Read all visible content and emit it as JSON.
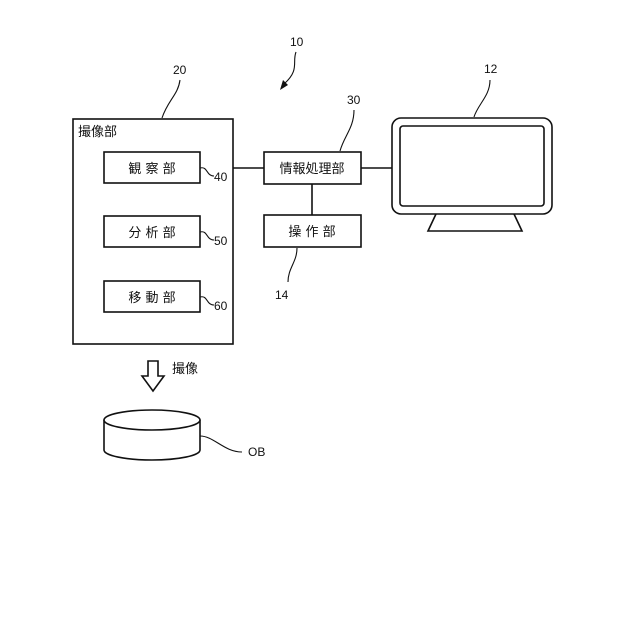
{
  "diagram": {
    "system_ref": "10",
    "imaging_unit": {
      "ref": "20",
      "label": "撮像部"
    },
    "observation_unit": {
      "ref": "40",
      "label": "観 察 部"
    },
    "analysis_unit": {
      "ref": "50",
      "label": "分 析 部"
    },
    "moving_unit": {
      "ref": "60",
      "label": "移 動 部"
    },
    "info_processing_unit": {
      "ref": "30",
      "label": "情報処理部"
    },
    "operation_unit": {
      "ref": "14",
      "label": "操 作 部"
    },
    "display": {
      "ref": "12"
    },
    "imaging_arrow_label": "撮像",
    "object": {
      "ref": "OB"
    }
  }
}
